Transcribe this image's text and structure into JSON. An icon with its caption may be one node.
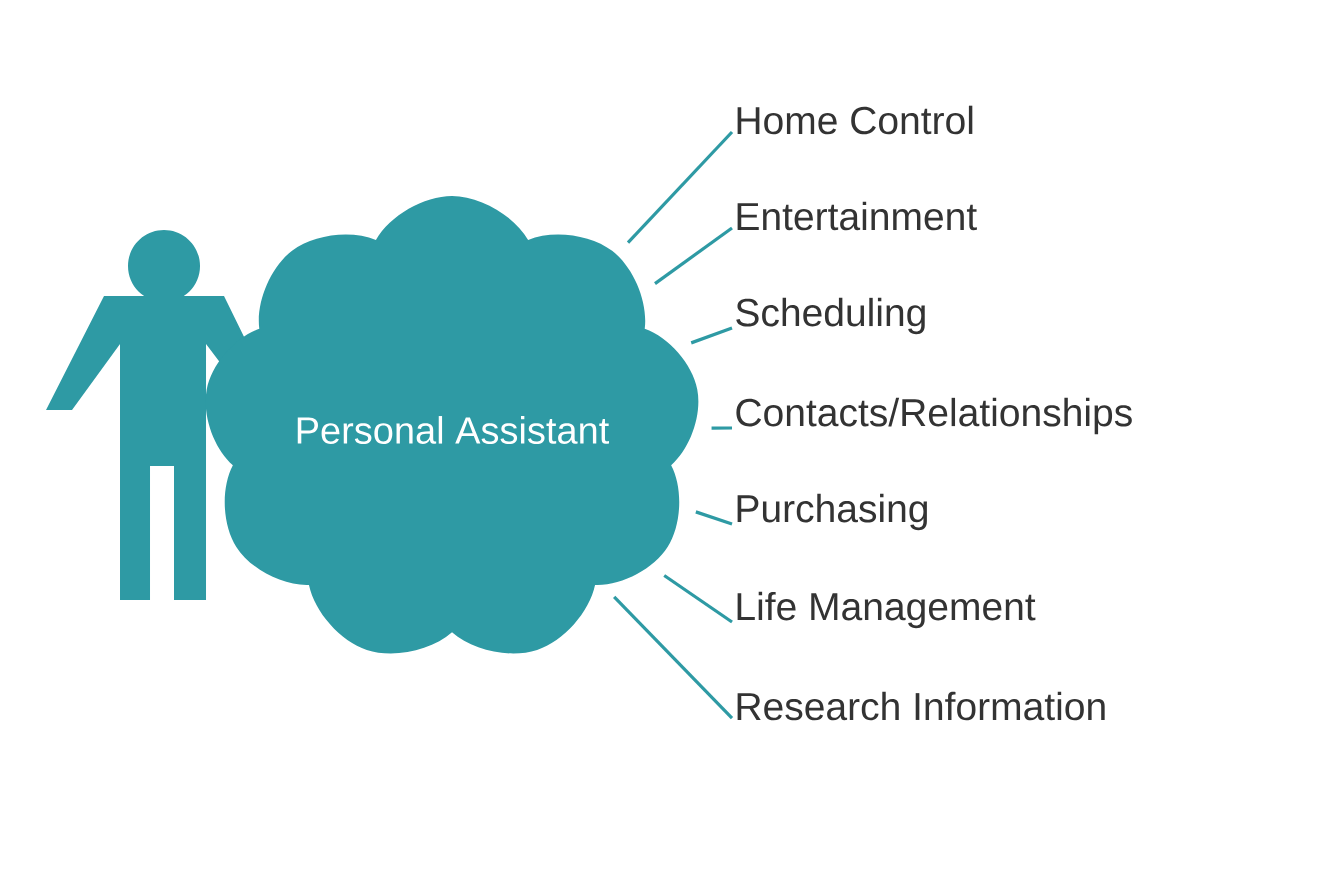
{
  "diagram": {
    "nodes": [
      {
        "text": [
          "Personal Assistant"
        ]
      },
      {
        "text": [
          "Home Control"
        ]
      },
      {
        "text": [
          "Entertainment"
        ]
      },
      {
        "text": [
          "Scheduling"
        ]
      },
      {
        "text": [
          "Contacts/Relationships"
        ]
      },
      {
        "text": [
          "Purchasing"
        ]
      },
      {
        "text": [
          "Life Management"
        ]
      },
      {
        "text": [
          "Research Information"
        ]
      }
    ],
    "edges": [
      {
        "from": 0,
        "to": 1,
        "arrow": "none"
      },
      {
        "from": 0,
        "to": 2,
        "arrow": "none"
      },
      {
        "from": 0,
        "to": 3,
        "arrow": "none"
      },
      {
        "from": 0,
        "to": 4,
        "arrow": "none"
      },
      {
        "from": 0,
        "to": 5,
        "arrow": "none"
      },
      {
        "from": 0,
        "to": 6,
        "arrow": "none"
      },
      {
        "from": 0,
        "to": 7,
        "arrow": "none"
      }
    ]
  }
}
